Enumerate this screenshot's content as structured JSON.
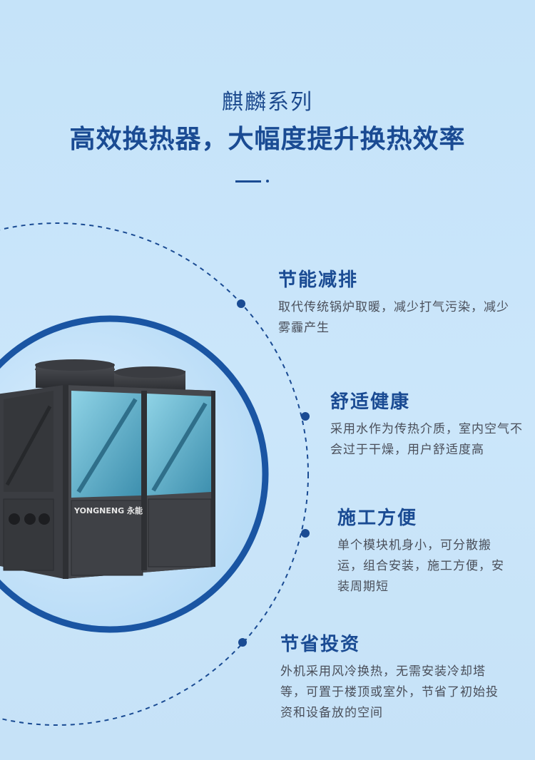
{
  "header": {
    "subtitle": "麒麟系列",
    "title": "高效换热器，大幅度提升换热效率"
  },
  "product": {
    "brand_text": "YONGNENG 永能"
  },
  "features": [
    {
      "title": "节能减排",
      "desc": "取代传统锅炉取暖，减少打气污染，减少雾霾产生"
    },
    {
      "title": "舒适健康",
      "desc": "采用水作为传热介质，室内空气不会过于干燥，用户舒适度高"
    },
    {
      "title": "施工方便",
      "desc": "单个模块机身小，可分散搬运，组合安装，施工方便，安装周期短"
    },
    {
      "title": "节省投资",
      "desc": "外机采用风冷换热，无需安装冷却塔等，可置于楼顶或室外，节省了初始投资和设备放的空间"
    }
  ],
  "colors": {
    "accent": "#1a4b93",
    "background": "#c8e4f9",
    "text": "#4a4f5a"
  }
}
